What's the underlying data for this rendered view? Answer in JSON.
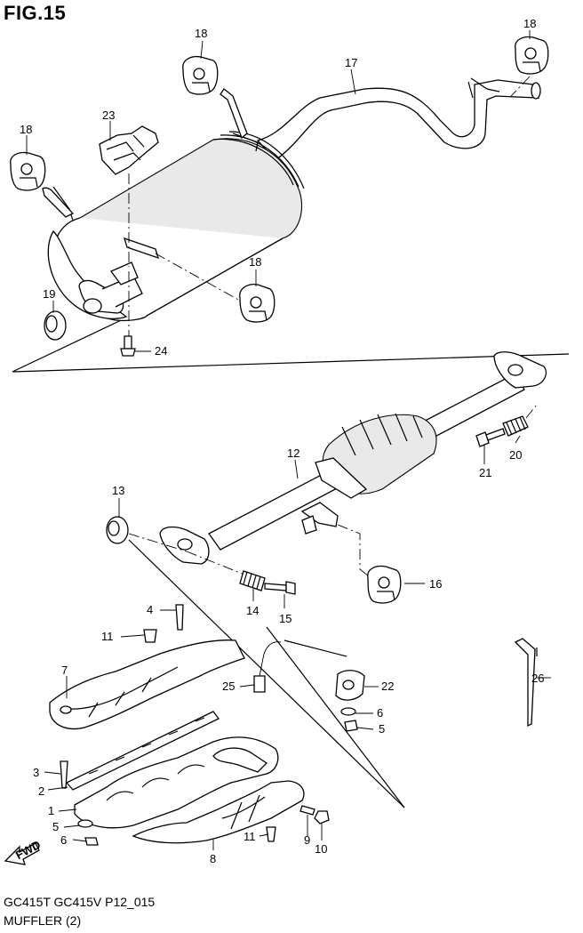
{
  "figure": {
    "title": "FIG.15"
  },
  "footer": {
    "model_line": "GC415T GC415V P12_015",
    "part_name": "MUFFLER (2)"
  },
  "direction": {
    "label": "FWD"
  },
  "callouts": {
    "c1": "1",
    "c2": "2",
    "c3": "3",
    "c4": "4",
    "c5a": "5",
    "c5b": "5",
    "c6a": "6",
    "c6b": "6",
    "c7": "7",
    "c8": "8",
    "c9": "9",
    "c10": "10",
    "c11a": "11",
    "c11b": "11",
    "c12": "12",
    "c13": "13",
    "c14": "14",
    "c15": "15",
    "c16": "16",
    "c17": "17",
    "c18a": "18",
    "c18b": "18",
    "c18c": "18",
    "c18d": "18",
    "c19": "19",
    "c20": "20",
    "c21": "21",
    "c22": "22",
    "c23": "23",
    "c24": "24",
    "c25": "25",
    "c26": "26"
  }
}
